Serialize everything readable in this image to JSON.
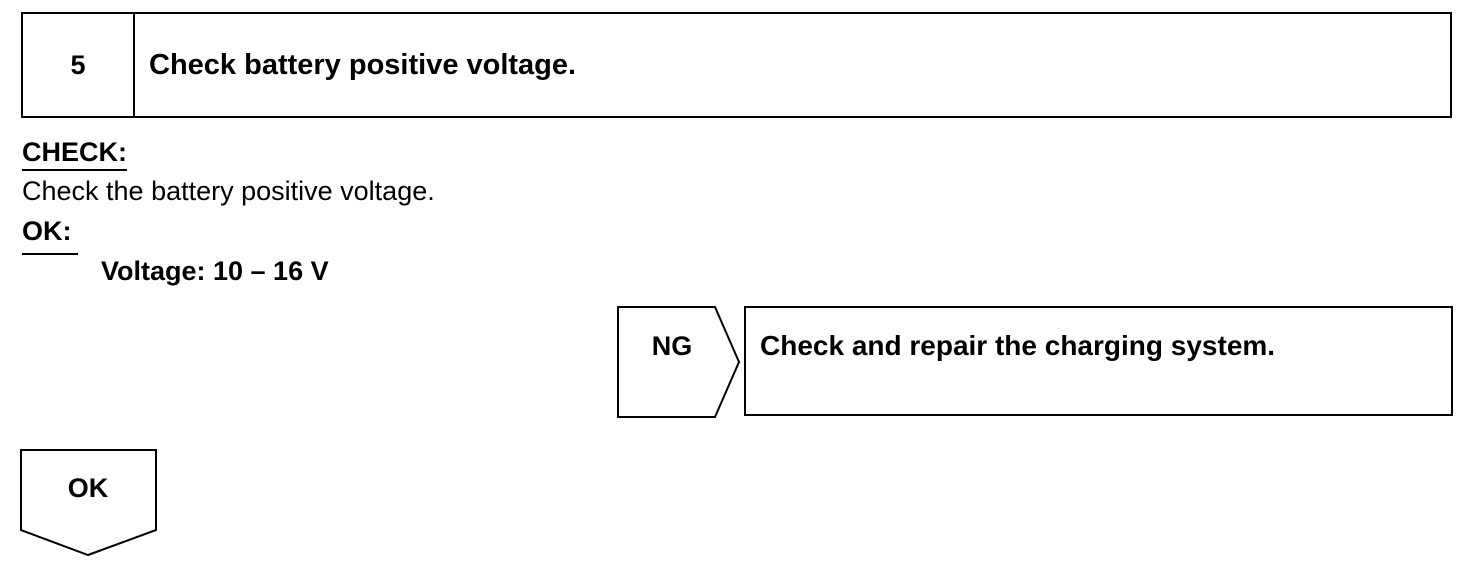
{
  "step": {
    "number": "5",
    "title": "Check battery positive voltage."
  },
  "check": {
    "heading": "CHECK:",
    "text": "Check the battery positive voltage."
  },
  "ok_spec": {
    "heading": "OK:",
    "spec": "Voltage: 10 – 16 V"
  },
  "ng_branch": {
    "label": "NG",
    "action": "Check and repair the charging system."
  },
  "ok_branch": {
    "label": "OK"
  }
}
